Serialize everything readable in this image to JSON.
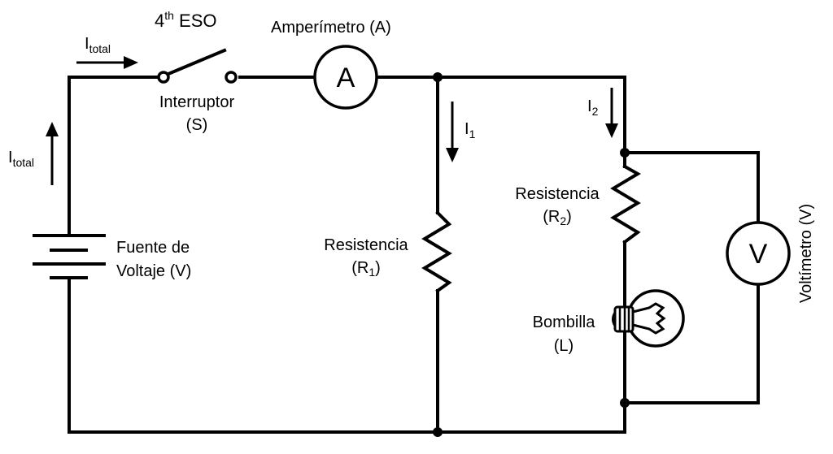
{
  "title": {
    "main": "4",
    "sup": "th",
    "rest": " ESO"
  },
  "labels": {
    "itotal_top": {
      "main": "I",
      "sub": "total"
    },
    "itotal_left": {
      "main": "I",
      "sub": "total"
    },
    "switch_line1": "Interruptor",
    "switch_line2": "(S)",
    "ammeter_label": "Amperímetro (A)",
    "ammeter_symbol": "A",
    "i1": {
      "main": "I",
      "sub": "1"
    },
    "i2": {
      "main": "I",
      "sub": "2"
    },
    "r1_line1": "Resistencia",
    "r1_line2": {
      "open": "(R",
      "sub": "1",
      "close": ")"
    },
    "r2_line1": "Resistencia",
    "r2_line2": {
      "open": "(R",
      "sub": "2",
      "close": ")"
    },
    "source_line1": "Fuente de",
    "source_line2": "Voltaje (V)",
    "bulb_line1": "Bombilla",
    "bulb_line2": "(L)",
    "voltmeter_label": "Voltímetro (V)",
    "voltmeter_symbol": "V"
  },
  "colors": {
    "ink": "#000000",
    "background": "#ffffff"
  }
}
